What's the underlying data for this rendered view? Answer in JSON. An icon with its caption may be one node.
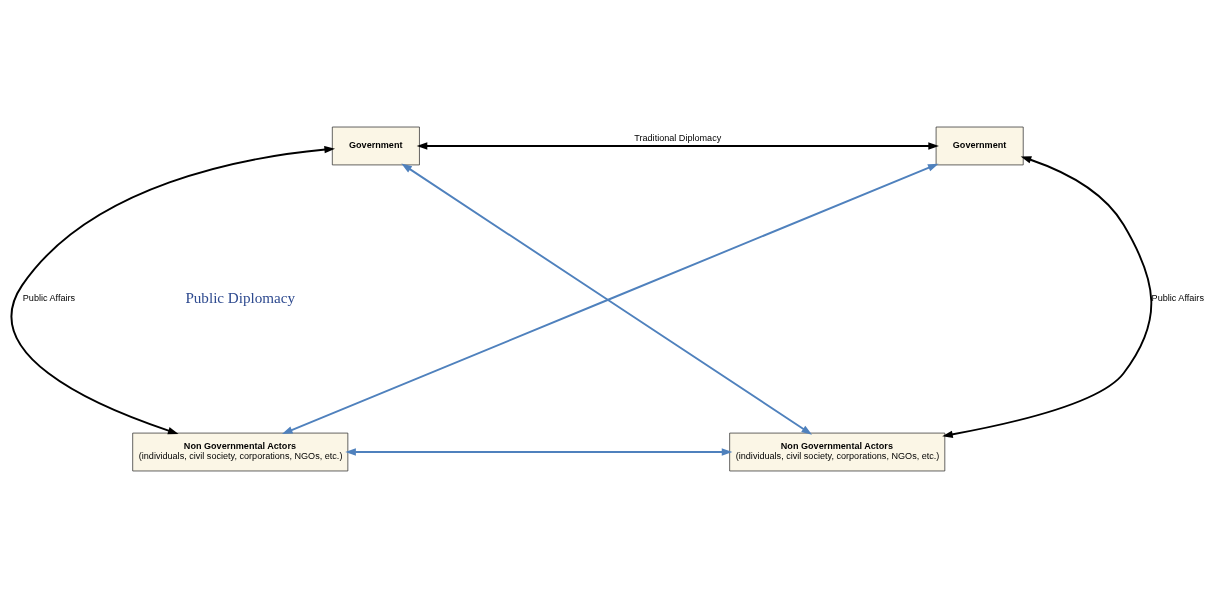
{
  "diagram": {
    "nodes": [
      {
        "text": [
          "Government"
        ]
      },
      {
        "text": [
          "Government"
        ]
      },
      {
        "text": [
          "Non Governmental Actors",
          "(individuals, civil society, corporations, NGOs, etc.)"
        ]
      },
      {
        "text": [
          "Non Governmental Actors",
          "(individuals, civil society, corporations, NGOs, etc.)"
        ]
      }
    ],
    "edges": [
      {
        "from": 0,
        "to": 1,
        "arrow": "both",
        "label": "Traditional Diplomacy"
      },
      {
        "from": 0,
        "to": 2,
        "arrow": "both",
        "label": "Public Affairs"
      },
      {
        "from": 1,
        "to": 3,
        "arrow": "both",
        "label": "Public Affairs"
      },
      {
        "from": 0,
        "to": 3,
        "arrow": "both",
        "color": "#4f81bd"
      },
      {
        "from": 1,
        "to": 2,
        "arrow": "both",
        "color": "#4f81bd"
      },
      {
        "from": 2,
        "to": 3,
        "arrow": "both",
        "color": "#4f81bd"
      }
    ],
    "labels": [
      "Public Diplomacy"
    ]
  }
}
